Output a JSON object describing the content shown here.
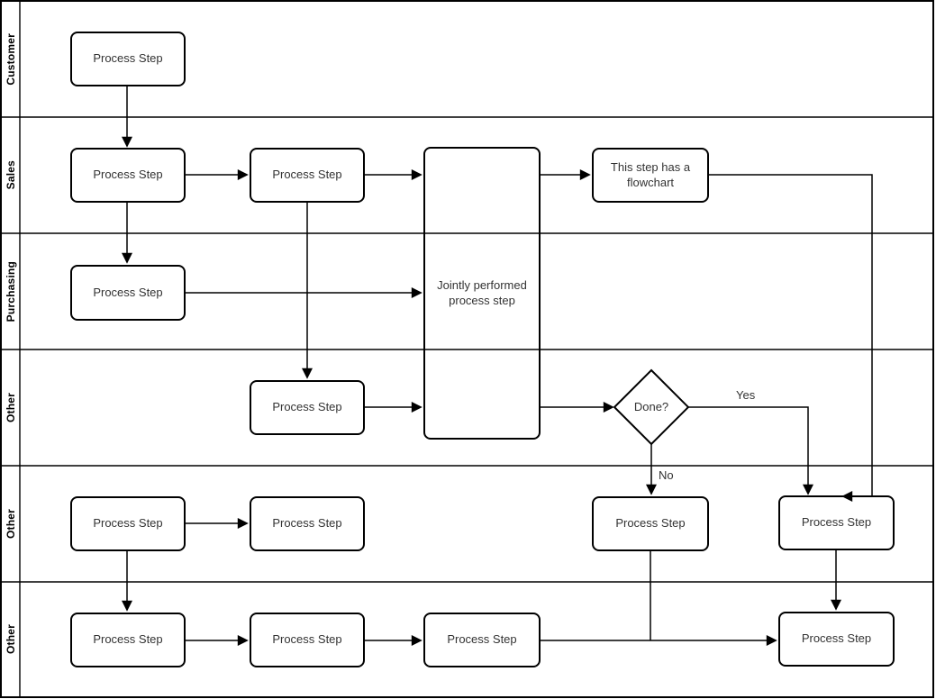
{
  "diagram": {
    "type": "swimlane-flowchart",
    "lanes": [
      "Customer",
      "Sales",
      "Purchasing",
      "Other",
      "Other",
      "Other"
    ],
    "nodes": {
      "customer_1": "Process Step",
      "sales_1": "Process Step",
      "sales_2": "Process Step",
      "joint": "Jointly performed process step",
      "has_flowchart": "This step has a flowchart",
      "purchasing_1": "Process Step",
      "other_a_1": "Process Step",
      "decision": "Done?",
      "no_step": "Process Step",
      "yes_step": "Process Step",
      "other_b_1": "Process Step",
      "other_b_2": "Process Step",
      "other_c_1": "Process Step",
      "other_c_2": "Process Step",
      "other_c_3": "Process Step",
      "other_c_4": "Process Step"
    },
    "edge_labels": {
      "yes": "Yes",
      "no": "No"
    },
    "colors": {
      "stroke": "#000000",
      "text": "#333333",
      "canvas": "#ffffff"
    }
  }
}
